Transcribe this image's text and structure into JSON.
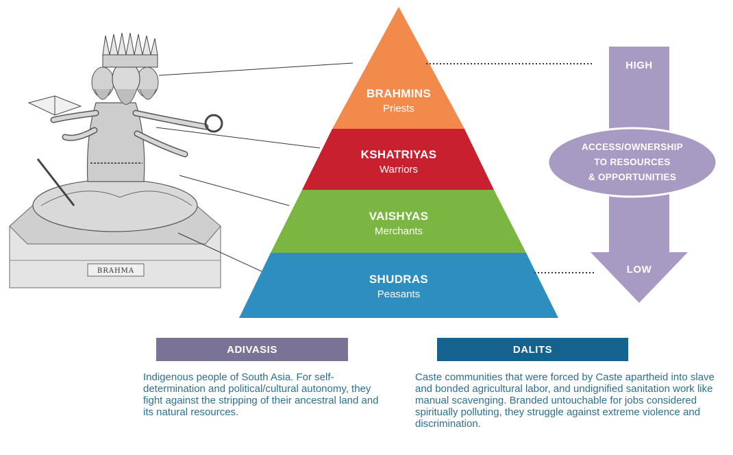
{
  "figure": {
    "plate_caption": "BRAHMA"
  },
  "pyramid": {
    "tiers": [
      {
        "title": "BRAHMINS",
        "subtitle": "Priests",
        "color": "#f28a4b"
      },
      {
        "title": "KSHATRIYAS",
        "subtitle": "Warriors",
        "color": "#c8202e"
      },
      {
        "title": "VAISHYAS",
        "subtitle": "Merchants",
        "color": "#7ab641"
      },
      {
        "title": "SHUDRAS",
        "subtitle": "Peasants",
        "color": "#2e8ec0"
      }
    ]
  },
  "arrow": {
    "top_label": "HIGH",
    "bottom_label": "LOW",
    "ellipse_lines": [
      "ACCESS/OWNERSHIP",
      "TO RESOURCES",
      "& OPPORTUNITIES"
    ],
    "color": "#a79bc4"
  },
  "adivasis": {
    "label": "ADIVASIS",
    "label_color": "#7b7396",
    "description": "Indigenous people of South Asia. For self-determination and political/cultural autonomy, they fight against the stripping of their ancestral land and its natural resources."
  },
  "dalits": {
    "label": "DALITS",
    "label_color": "#15628f",
    "description": "Caste communities that were forced by Caste apartheid into slave and bonded agricultural labor, and undignified sanitation work like manual scavenging. Branded untouchable for jobs considered spiritually polluting, they struggle against extreme violence and discrimination."
  }
}
